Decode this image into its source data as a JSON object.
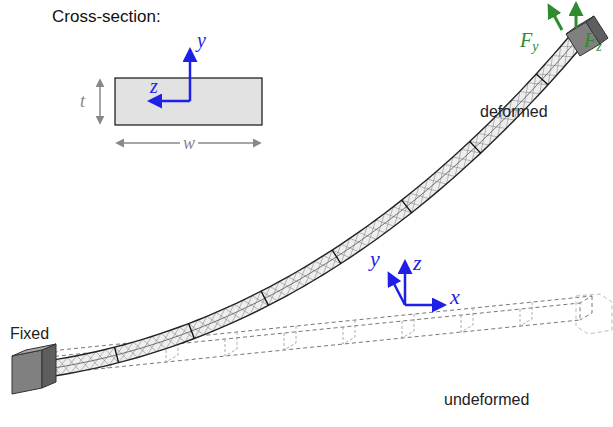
{
  "diagram": {
    "labels": [
      "Cross-section:",
      "t",
      "w",
      "y",
      "z",
      "Fy",
      "Fz",
      "deformed",
      "undeformed",
      "Fixed",
      "y",
      "z",
      "x"
    ]
  }
}
